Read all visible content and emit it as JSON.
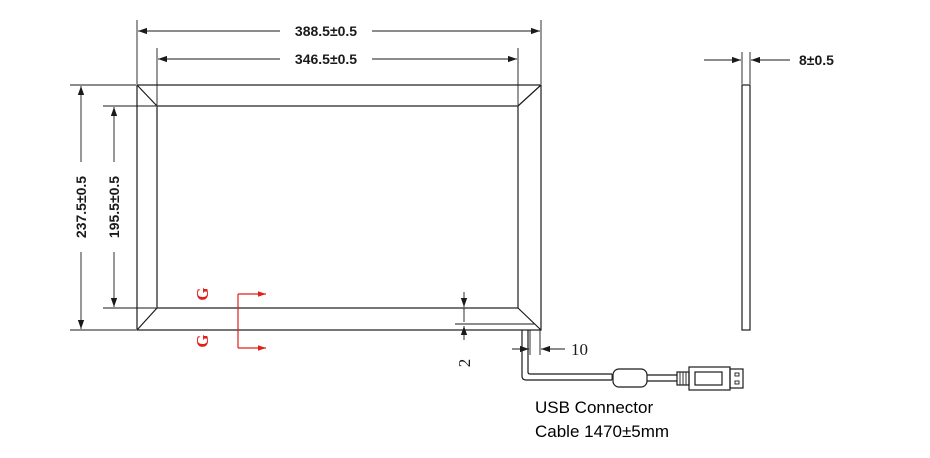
{
  "dimensions": {
    "outer_width": "388.5±0.5",
    "inner_width": "346.5±0.5",
    "outer_height": "237.5±0.5",
    "inner_height": "195.5±0.5",
    "thickness": "8±0.5",
    "gap": "2",
    "offset": "10"
  },
  "section_marks": {
    "upper": "G",
    "lower": "G"
  },
  "captions": {
    "line1": "USB Connector",
    "line2": "Cable 1470±5mm"
  },
  "colors": {
    "line": "#1a1a1a",
    "section_mark": "#e0201a"
  }
}
